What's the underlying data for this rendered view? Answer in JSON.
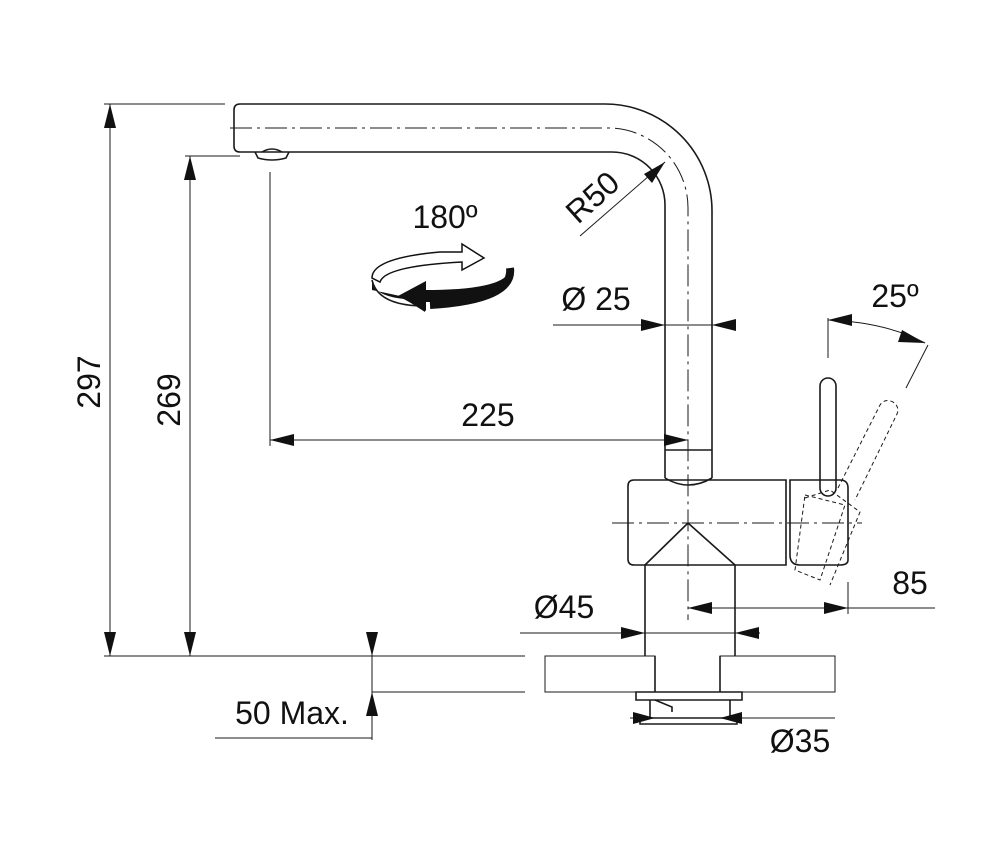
{
  "diagram": {
    "title": "Kitchen faucet dimension drawing",
    "dimensions": {
      "total_height": "297",
      "spout_height": "269",
      "spout_reach": "225",
      "spout_radius": "R50",
      "rotation": "180º",
      "pipe_diameter": "Ø 25",
      "lever_angle": "25º",
      "lever_offset": "85",
      "base_diameter": "Ø45",
      "countertop_max": "50 Max.",
      "mount_hole_diameter": "Ø35"
    },
    "units": "mm"
  }
}
